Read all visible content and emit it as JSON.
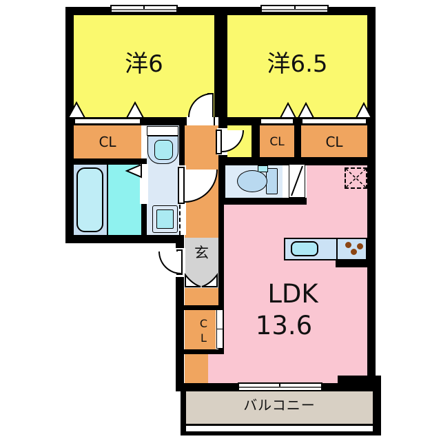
{
  "plan": {
    "rooms": {
      "bedroom1": {
        "label": "洋6"
      },
      "bedroom2": {
        "label": "洋6.5"
      },
      "ldk": {
        "label": "LDK",
        "area": "13.6"
      },
      "entrance": {
        "label": "玄"
      },
      "balcony": {
        "label": "バルコニー"
      },
      "closet1": {
        "label": "CL"
      },
      "closet2": {
        "label": "CL"
      },
      "closet3": {
        "label": "CL"
      },
      "closet4": {
        "label": "CL"
      }
    },
    "fixtures": [
      "bathtub",
      "shower-room",
      "washbasin",
      "washing-machine-pan",
      "toilet",
      "kitchen-sink",
      "gas-stove",
      "refrigerator-space",
      "entrance-double-door",
      "sliding-windows",
      "folding-door-triangles"
    ]
  },
  "colors": {
    "wall": "#000000",
    "bedroom": "#FAF96E",
    "closet": "#F0A55F",
    "corridor": "#F0A55F",
    "ldk": "#FAC6D2",
    "entrance": "#D3D3D3",
    "balcony": "#D8D0C4",
    "bath_floor": "#C6DDF0",
    "shower_area": "#8FF2EF",
    "bathtub": "#BFEDF6",
    "washroom": "#DCE9F6",
    "fixture_cyan": "#ABEAF2",
    "toilet_room": "#DDEBF8",
    "toilet_fixture": "#B9D9F0",
    "kitchen_counter": "#CBE2F5",
    "kitchen_sink": "#AEE9F6",
    "stove_burner": "#8B4513"
  }
}
